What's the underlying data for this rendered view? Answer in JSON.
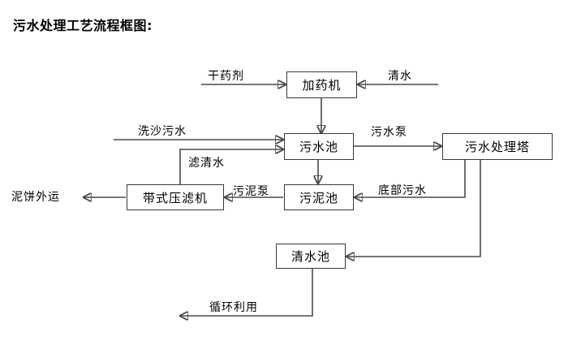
{
  "title": "污水处理工艺流程框图:",
  "nodes": {
    "dosing_machine": "加药机",
    "wastewater_pool": "污水池",
    "treatment_tower": "污水处理塔",
    "sludge_pool": "污泥池",
    "belt_filter_press": "带式压滤机",
    "clean_water_pool": "清水池"
  },
  "edge_labels": {
    "dry_chemical": "干药剂",
    "clean_water_in": "清水",
    "sand_wash_wastewater": "洗沙污水",
    "filtered_clean_water": "滤清水",
    "wastewater_pump": "污水泵",
    "sludge_pump": "污泥泵",
    "bottom_sewage": "底部污水",
    "mud_cake_out": "泥饼外运",
    "recycle_use": "循环利用"
  },
  "colors": {
    "line": "#4a4a4a",
    "box_border": "#3a3a3a",
    "text": "#000000",
    "background": "#ffffff"
  }
}
